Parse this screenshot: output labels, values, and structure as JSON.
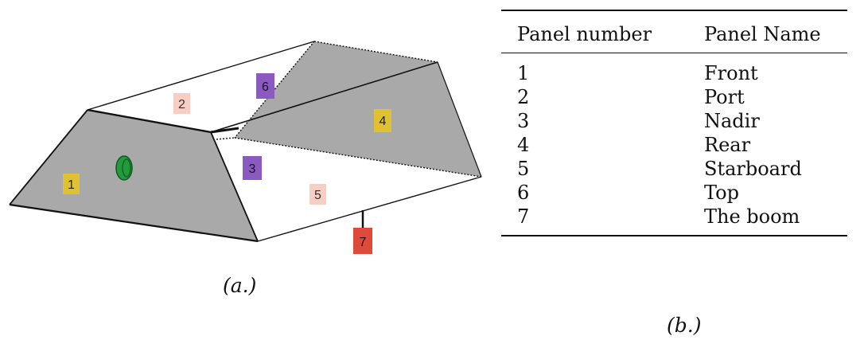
{
  "diagram": {
    "panel_labels": [
      "1",
      "2",
      "3",
      "4",
      "5",
      "6",
      "7"
    ],
    "colors": {
      "shaded_panel": "#a9a9a9",
      "label_yellow": "#e0c131",
      "label_pink": "#f7cdc4",
      "label_purple": "#8a5abf",
      "label_red": "#e04a3a",
      "sensor_green": "#239a3b"
    },
    "caption": "(a.)"
  },
  "table": {
    "headers": [
      "Panel number",
      "Panel Name"
    ],
    "rows": [
      {
        "number": "1",
        "name": "Front"
      },
      {
        "number": "2",
        "name": "Port"
      },
      {
        "number": "3",
        "name": "Nadir"
      },
      {
        "number": "4",
        "name": "Rear"
      },
      {
        "number": "5",
        "name": "Starboard"
      },
      {
        "number": "6",
        "name": "Top"
      },
      {
        "number": "7",
        "name": "The boom"
      }
    ],
    "caption": "(b.)"
  }
}
